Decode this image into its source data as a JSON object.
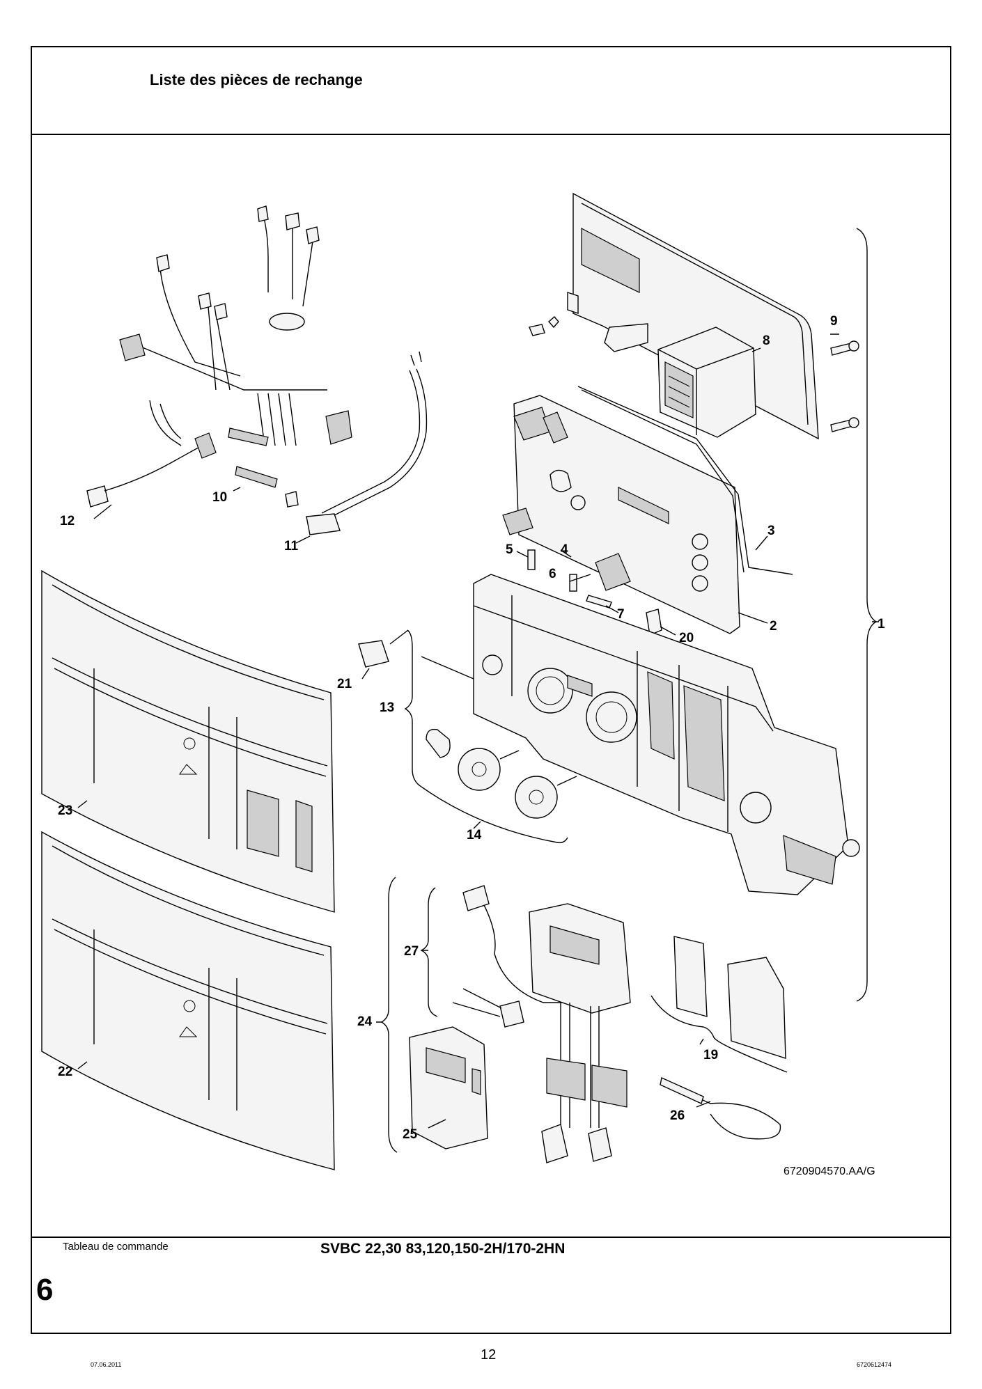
{
  "header": {
    "title": "Liste des pièces de rechange"
  },
  "diagram": {
    "figure_ref": "6720904570.AA/G",
    "callouts": [
      "1",
      "2",
      "3",
      "4",
      "5",
      "6",
      "7",
      "8",
      "9",
      "10",
      "11",
      "12",
      "13",
      "14",
      "19",
      "20",
      "21",
      "22",
      "23",
      "24",
      "25",
      "26",
      "27"
    ]
  },
  "footer": {
    "section_label": "Tableau de commande",
    "model": "SVBC 22,30 83,120,150-2H/170-2HN",
    "section_number": "6",
    "date": "07.06.2011",
    "page_number": "12",
    "doc_number": "6720612474"
  }
}
